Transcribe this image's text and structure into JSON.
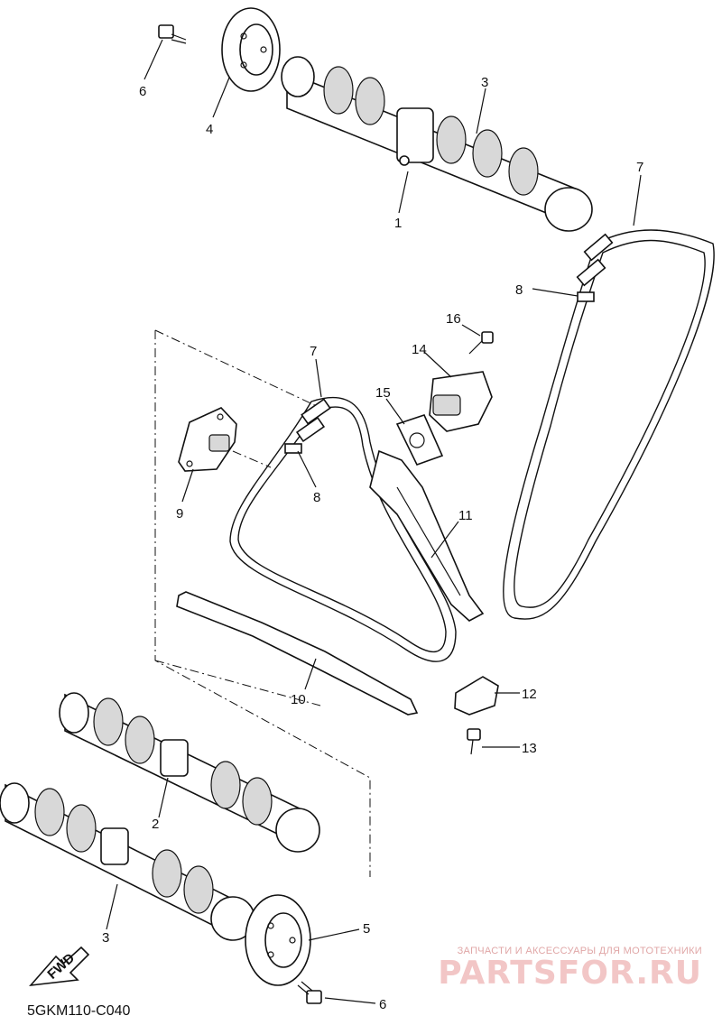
{
  "diagram": {
    "callouts": {
      "c1": "1",
      "c2": "2",
      "c3_top": "3",
      "c3_bottom": "3",
      "c4": "4",
      "c5": "5",
      "c6_top": "6",
      "c6_bottom": "6",
      "c7_right": "7",
      "c7_left": "7",
      "c8_right": "8",
      "c8_left": "8",
      "c9": "9",
      "c10": "10",
      "c11": "11",
      "c12": "12",
      "c13": "13",
      "c14": "14",
      "c15": "15",
      "c16": "16"
    },
    "fwd_label": "FWD",
    "diagram_code": "5GKM110-C040"
  },
  "watermark": {
    "tagline": "ЗАПЧАСТИ И АКСЕССУАРЫ ДЛЯ МОТОТЕХНИКИ",
    "logo_text": "PARTSFOR.RU"
  }
}
